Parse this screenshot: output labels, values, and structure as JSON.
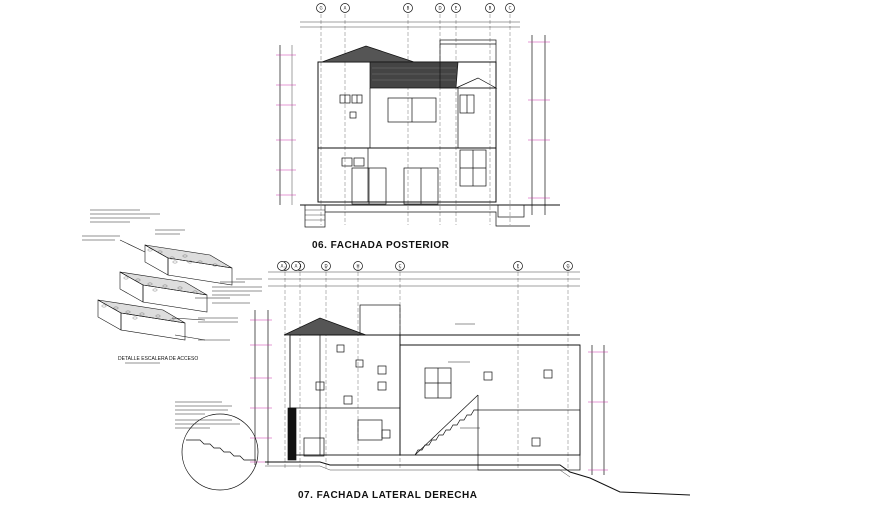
{
  "drawing": {
    "upper_title": "06. FACHADA POSTERIOR",
    "lower_title": "07. FACHADA LATERAL DERECHA",
    "stair_detail_title": "DETALLE ESCALERA DE ACCESO",
    "upper_axes": [
      "G",
      "A",
      "B",
      "D",
      "E",
      "B",
      "C"
    ],
    "lower_axes": [
      "G",
      "B",
      "D",
      "H",
      "C",
      "E",
      "G",
      "A",
      "A"
    ],
    "colors": {
      "line": "#111111",
      "dim_magenta": "#cc33aa",
      "hatch": "#333333"
    }
  }
}
